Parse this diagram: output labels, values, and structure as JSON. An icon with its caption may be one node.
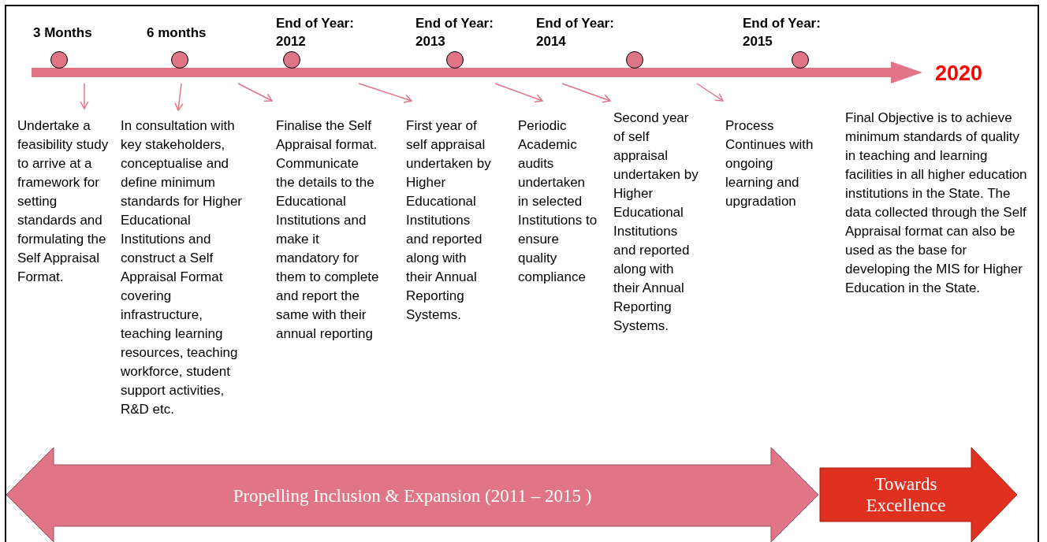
{
  "diagram": {
    "nodes": [
      {
        "text": [],
        "shape": "bar",
        "beside": [
          "2020"
        ]
      },
      {
        "text": [],
        "shape": "circle"
      },
      {
        "text": [],
        "shape": "circle"
      },
      {
        "text": [],
        "shape": "circle"
      },
      {
        "text": [],
        "shape": "circle"
      },
      {
        "text": [],
        "shape": "circle"
      },
      {
        "text": [],
        "shape": "circle"
      },
      {
        "text": [
          "Undertake a feasibility study to arrive at a framework for setting standards and formulating the Self Appraisal Format."
        ]
      },
      {
        "text": [
          "In consultation with key stakeholders, conceptualise and define minimum standards for Higher Educational Institutions and construct a Self Appraisal Format covering infrastructure, teaching learning resources, teaching workforce, student support activities, R&D etc."
        ]
      },
      {
        "text": [
          "Finalise the Self Appraisal format. Communicate the details to the Educational Institutions and make it mandatory for them to complete and report the same with their annual reporting"
        ]
      },
      {
        "text": [
          "First year of self appraisal undertaken by Higher Educational Institutions and reported along with their Annual Reporting Systems."
        ]
      },
      {
        "text": [
          "Periodic Academic audits undertaken in selected Institutions to ensure quality compliance"
        ]
      },
      {
        "text": [
          "Second year of self appraisal undertaken by Higher Educational Institutions and reported along with their Annual Reporting Systems."
        ]
      },
      {
        "text": [
          "Process Continues with ongoing learning and upgradation"
        ]
      },
      {
        "text": [
          "Final Objective is to achieve minimum standards of quality in teaching and learning facilities in all higher education institutions in the State. The data collected through the Self Appraisal format can also be used as the base for developing the MIS for Higher Education in the State."
        ]
      },
      {
        "text": [
          "Propelling Inclusion & Expansion (2011 – 2015 )"
        ]
      },
      {
        "text": [
          "Towards Excellence"
        ]
      }
    ],
    "edges": [
      {
        "from": 0,
        "to": 7,
        "arrow": "to"
      },
      {
        "from": 0,
        "to": 8,
        "arrow": "to"
      },
      {
        "from": 0,
        "to": 9,
        "arrow": "to"
      },
      {
        "from": 0,
        "to": 10,
        "arrow": "to"
      },
      {
        "from": 0,
        "to": 11,
        "arrow": "to"
      },
      {
        "from": 0,
        "to": 12,
        "arrow": "to"
      },
      {
        "from": 0,
        "to": 13,
        "arrow": "to"
      }
    ],
    "labels": [
      "3 Months",
      "6 months",
      "End of Year: 2012",
      "End of Year: 2013",
      "End of Year: 2014",
      "End of Year: 2015"
    ]
  }
}
